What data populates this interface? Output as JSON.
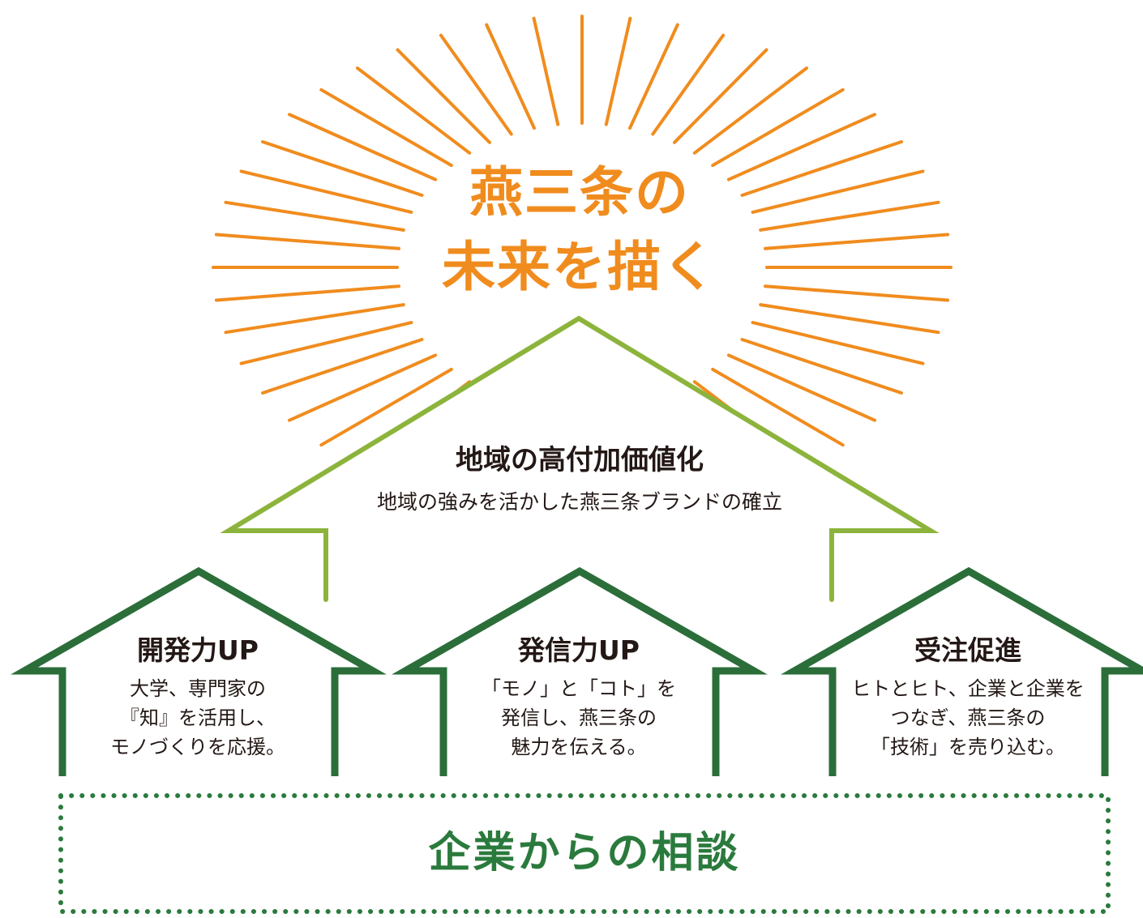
{
  "vision": {
    "line1": "燕三条の",
    "line2": "未来を描く",
    "color": "#f08c1e"
  },
  "goal": {
    "title": "地域の高付加価値化",
    "subtitle": "地域の強みを活かした燕三条ブランドの確立",
    "roof_color": "#8cb43c"
  },
  "pillars": [
    {
      "title": "開発力UP",
      "lines": [
        "大学、専門家の",
        "『知』を活用し、",
        "モノづくりを応援。"
      ]
    },
    {
      "title": "発信力UP",
      "lines": [
        "「モノ」と「コト」を",
        "発信し、燕三条の",
        "魅力を伝える。"
      ]
    },
    {
      "title": "受注促進",
      "lines": [
        "ヒトとヒト、企業と企業を",
        "つなぎ、燕三条の",
        "「技術」を売り込む。"
      ]
    }
  ],
  "pillar_color": "#2b6e3a",
  "foundation": {
    "label": "企業からの相談",
    "color": "#2b7a3d"
  }
}
